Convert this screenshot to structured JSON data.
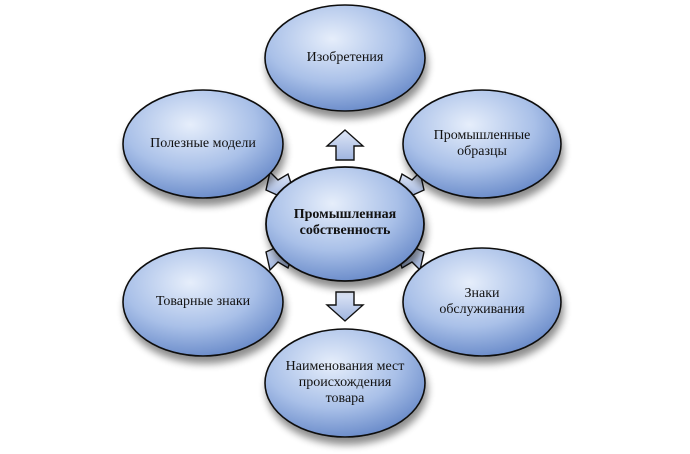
{
  "diagram": {
    "center": {
      "label": "Промышленная собственность"
    },
    "nodes": [
      {
        "id": "inventions",
        "label": "Изобретения"
      },
      {
        "id": "industrial-designs",
        "label": "Промышленные образцы"
      },
      {
        "id": "service-marks",
        "label": "Знаки обслуживания"
      },
      {
        "id": "appellations-of-origin",
        "label": "Наименования мест происхождения товара"
      },
      {
        "id": "trademarks",
        "label": "Товарные знаки"
      },
      {
        "id": "utility-models",
        "label": "Полезные модели"
      }
    ]
  },
  "colors": {
    "ellipse_light": "#e6eefb",
    "ellipse_mid": "#a9c0e8",
    "ellipse_dark": "#5f82c4",
    "outline": "#111111",
    "arrow_light": "#dfe7f7",
    "arrow_dark": "#9fb4df"
  }
}
